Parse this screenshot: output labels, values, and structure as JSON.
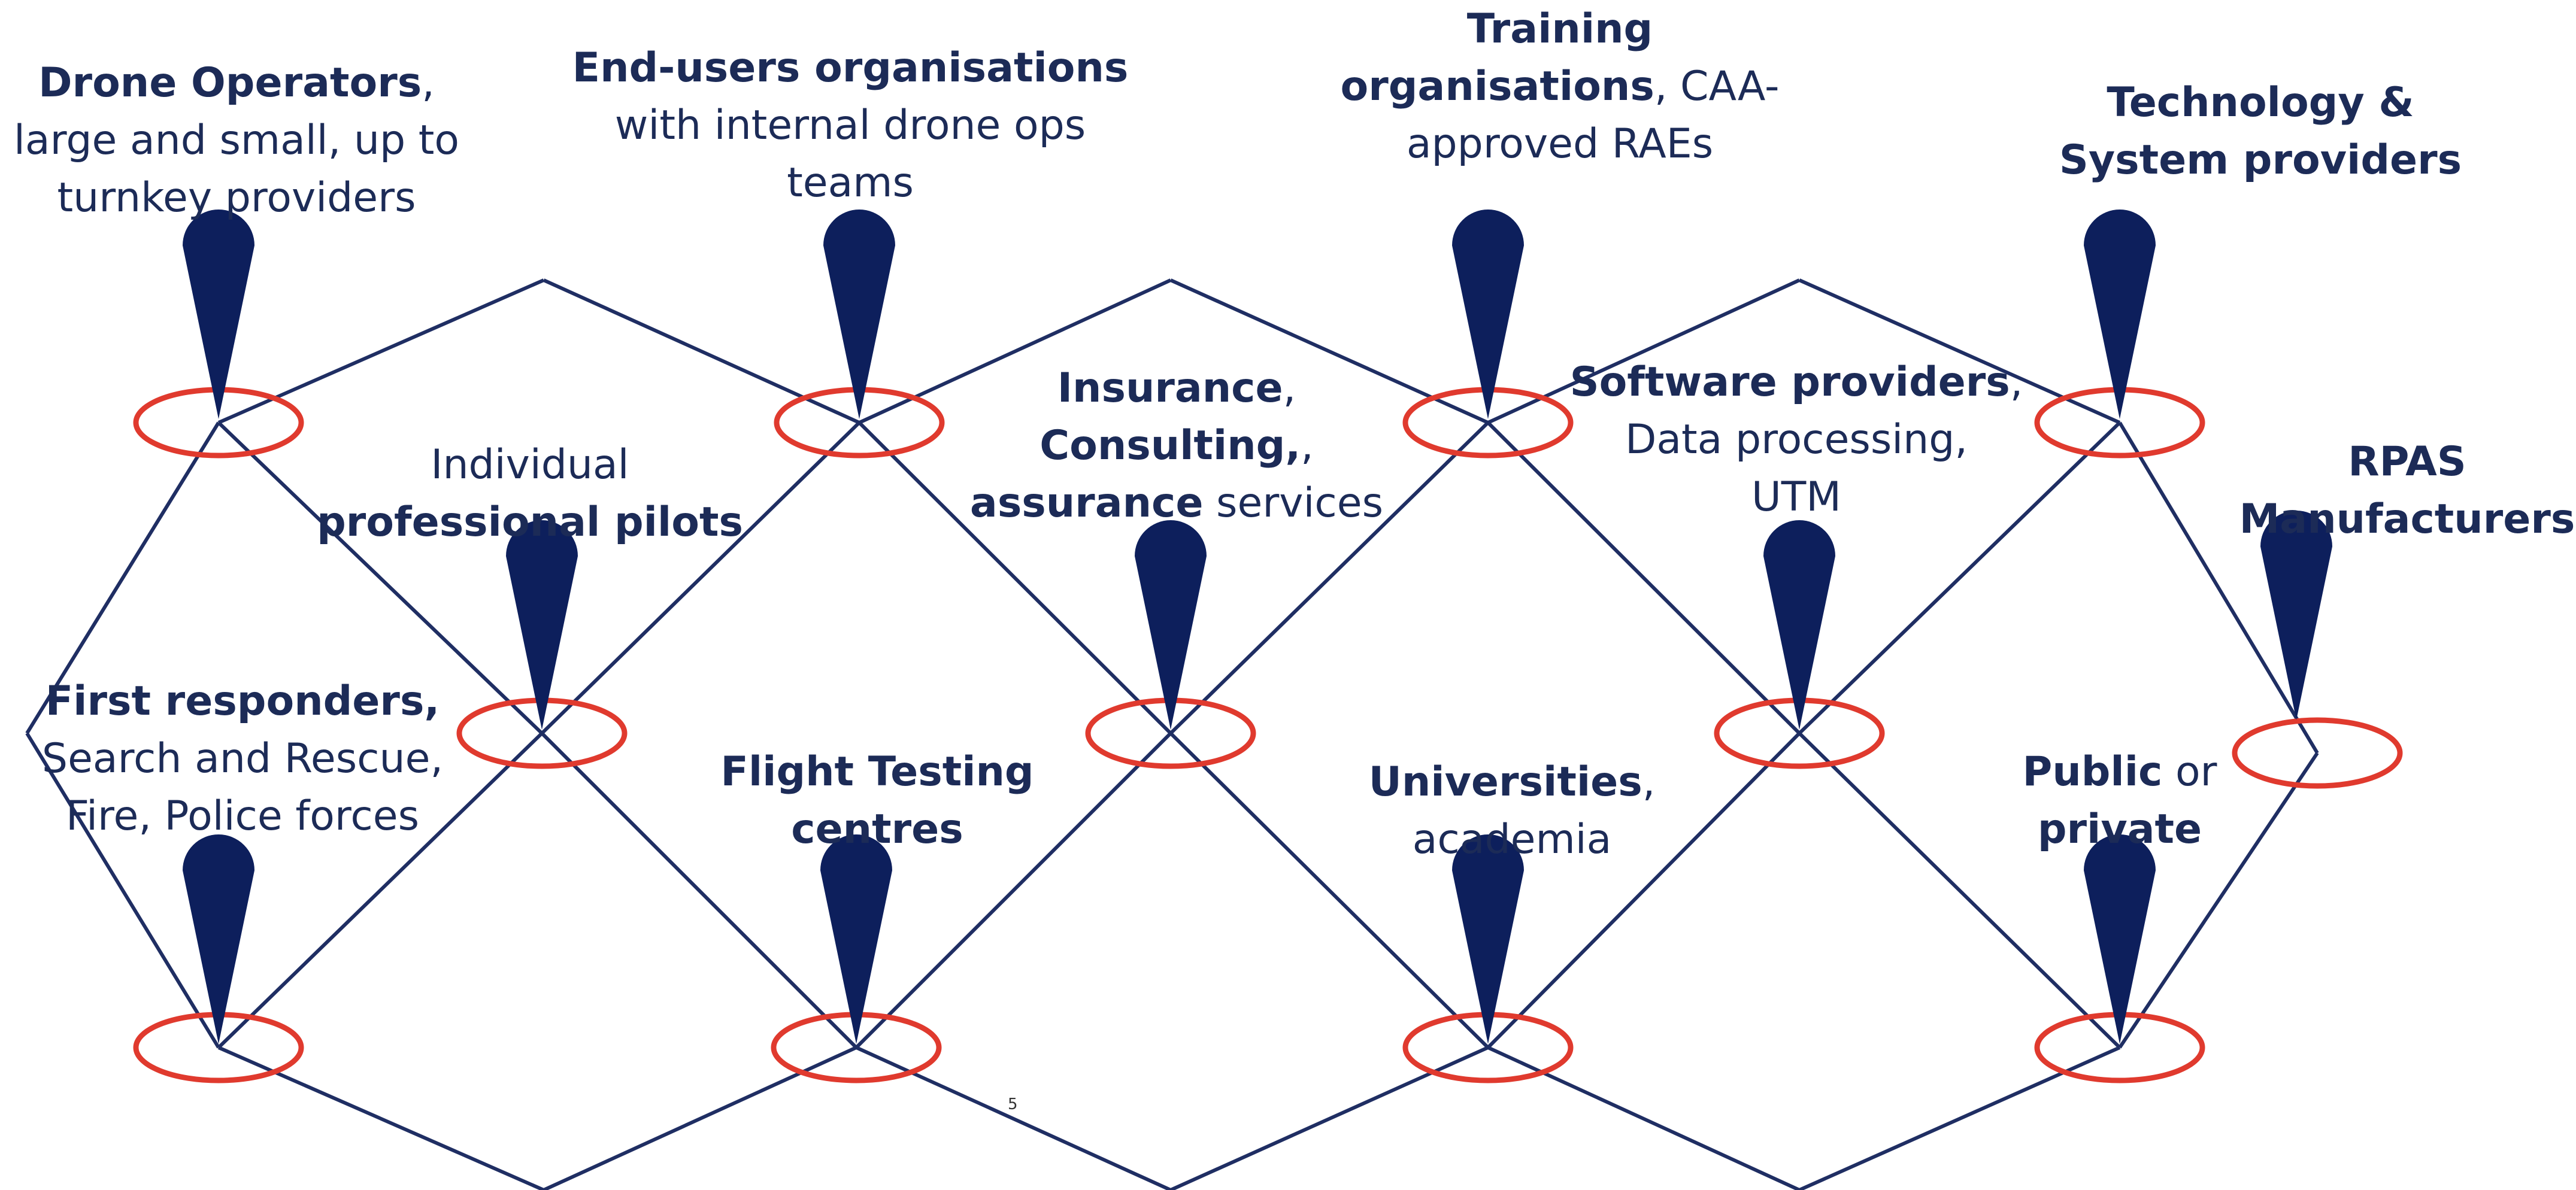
{
  "colors": {
    "pin": "#0d1f5c",
    "ring": "#e03a2e",
    "edge": "#1f2e63",
    "text": "#1c2b57"
  },
  "nodes": [
    {
      "id": "drone-operators",
      "lines": [
        [
          {
            "t": "Drone Operators",
            "b": true
          },
          {
            "t": ",",
            "b": false
          }
        ],
        [
          {
            "t": "large and small, up to",
            "b": false
          }
        ],
        [
          {
            "t": "turnkey providers",
            "b": false
          }
        ]
      ]
    },
    {
      "id": "end-users",
      "lines": [
        [
          {
            "t": "End-users organisations",
            "b": true
          }
        ],
        [
          {
            "t": "with internal drone ops",
            "b": false
          }
        ],
        [
          {
            "t": "teams",
            "b": false
          }
        ]
      ]
    },
    {
      "id": "training",
      "lines": [
        [
          {
            "t": "Training",
            "b": true
          }
        ],
        [
          {
            "t": "organisations",
            "b": true
          },
          {
            "t": ", CAA-",
            "b": false
          }
        ],
        [
          {
            "t": "approved RAEs",
            "b": false
          }
        ]
      ]
    },
    {
      "id": "technology",
      "lines": [
        [
          {
            "t": "Technology &",
            "b": true
          }
        ],
        [
          {
            "t": "System providers",
            "b": true
          }
        ]
      ]
    },
    {
      "id": "pilots",
      "lines": [
        [
          {
            "t": "Individual",
            "b": false
          }
        ],
        [
          {
            "t": "professional pilots",
            "b": true
          }
        ]
      ]
    },
    {
      "id": "insurance",
      "lines": [
        [
          {
            "t": "Insurance",
            "b": true
          },
          {
            "t": ",",
            "b": false
          }
        ],
        [
          {
            "t": "Consulting,",
            "b": true
          },
          {
            "t": ",",
            "b": false
          }
        ],
        [
          {
            "t": "assurance",
            "b": true
          },
          {
            "t": " services",
            "b": false
          }
        ]
      ]
    },
    {
      "id": "software",
      "lines": [
        [
          {
            "t": "Software providers",
            "b": true
          },
          {
            "t": ",",
            "b": false
          }
        ],
        [
          {
            "t": "Data processing,",
            "b": false
          }
        ],
        [
          {
            "t": "UTM",
            "b": false
          }
        ]
      ]
    },
    {
      "id": "rpas",
      "lines": [
        [
          {
            "t": "RPAS",
            "b": true
          }
        ],
        [
          {
            "t": "Manufacturers",
            "b": true
          }
        ]
      ]
    },
    {
      "id": "first-responders",
      "lines": [
        [
          {
            "t": "First responders,",
            "b": true
          }
        ],
        [
          {
            "t": "Search and Rescue,",
            "b": false
          }
        ],
        [
          {
            "t": "Fire, Police forces",
            "b": false
          }
        ]
      ]
    },
    {
      "id": "flight-testing",
      "lines": [
        [
          {
            "t": "Flight Testing",
            "b": true
          }
        ],
        [
          {
            "t": "centres",
            "b": true
          }
        ]
      ]
    },
    {
      "id": "universities",
      "lines": [
        [
          {
            "t": "Universities",
            "b": true
          },
          {
            "t": ",",
            "b": false
          }
        ],
        [
          {
            "t": "academia",
            "b": false
          }
        ]
      ]
    },
    {
      "id": "public-private",
      "lines": [
        [
          {
            "t": "Public",
            "b": true
          },
          {
            "t": " or",
            "b": false
          }
        ],
        [
          {
            "t": "private",
            "b": true
          }
        ]
      ]
    }
  ],
  "page_number": "5"
}
